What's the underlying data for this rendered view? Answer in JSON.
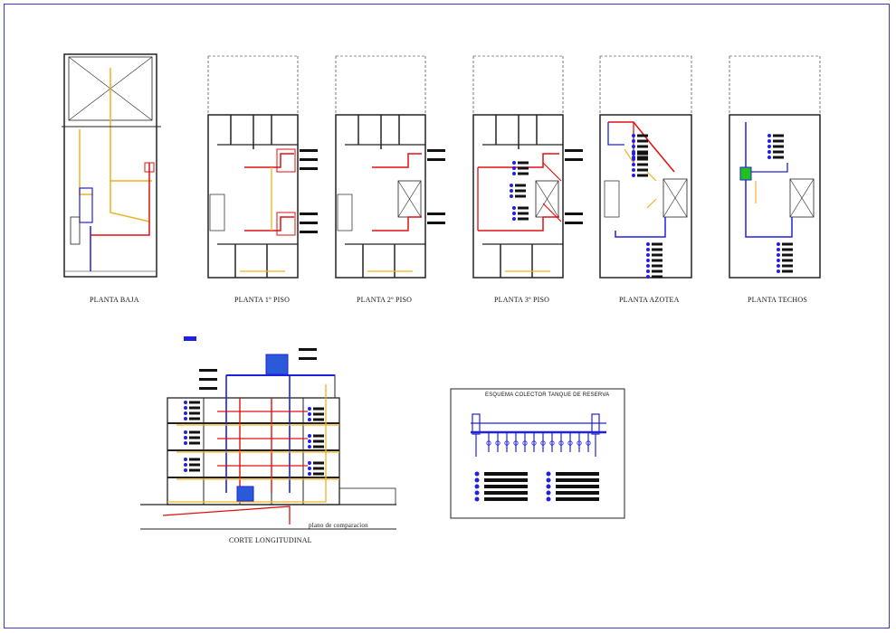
{
  "plans": [
    {
      "key": "baja",
      "title": "PLANTA BAJA"
    },
    {
      "key": "p1",
      "title": "PLANTA 1º PISO"
    },
    {
      "key": "p2",
      "title": "PLANTA 2º PISO"
    },
    {
      "key": "p3",
      "title": "PLANTA 3º PISO"
    },
    {
      "key": "azotea",
      "title": "PLANTA AZOTEA"
    },
    {
      "key": "techos",
      "title": "PLANTA TECHOS"
    }
  ],
  "section": {
    "title": "CORTE LONGITUDINAL",
    "reference_label": "plano de comparacion"
  },
  "schema": {
    "title": "ESQUEMA COLECTOR TANQUE DE RESERVA"
  },
  "colors": {
    "wall": "#222222",
    "cold_water": "#2020e0",
    "hot_water": "#e01010",
    "supply": "#f0b020",
    "green": "#20c020",
    "frame": "#3a3ad0"
  }
}
